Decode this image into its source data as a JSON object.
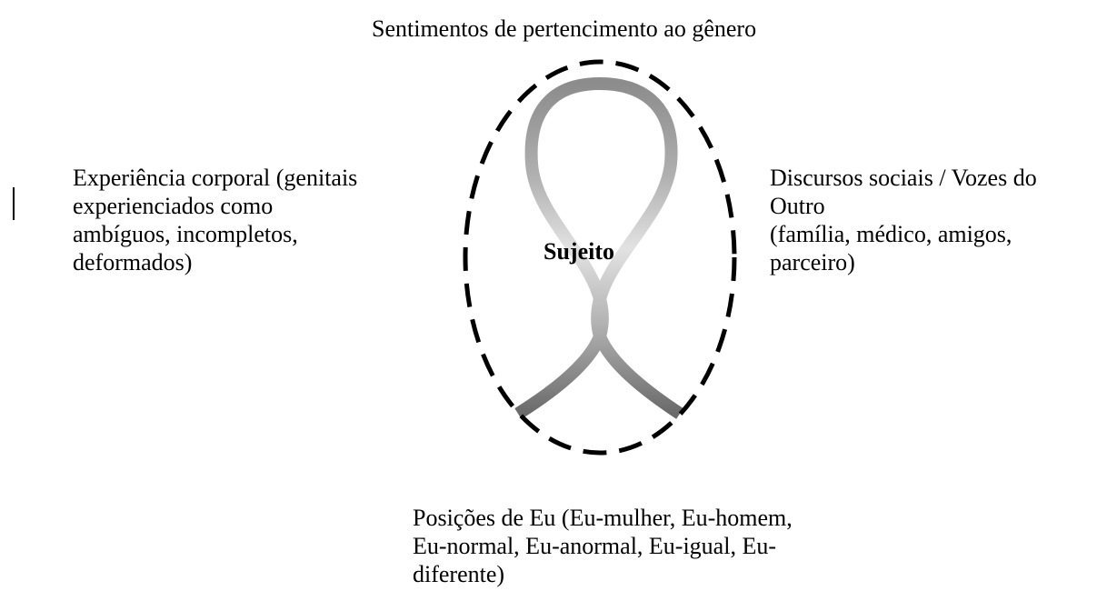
{
  "diagram": {
    "top_label": "Sentimentos de pertencimento ao gênero",
    "center_label": "Sujeito",
    "left_label_lines": [
      "Experiência corporal (genitais",
      "experienciados como",
      "ambíguos, incompletos,",
      "deformados)"
    ],
    "right_label_lines": [
      "Discursos sociais / Vozes do",
      "Outro",
      "(família, médico, amigos,",
      "parceiro)"
    ],
    "bottom_label_lines": [
      "Posições de Eu (Eu-mulher, Eu-homem,",
      "Eu-normal, Eu-anormal, Eu-igual, Eu-",
      "diferente)"
    ]
  }
}
